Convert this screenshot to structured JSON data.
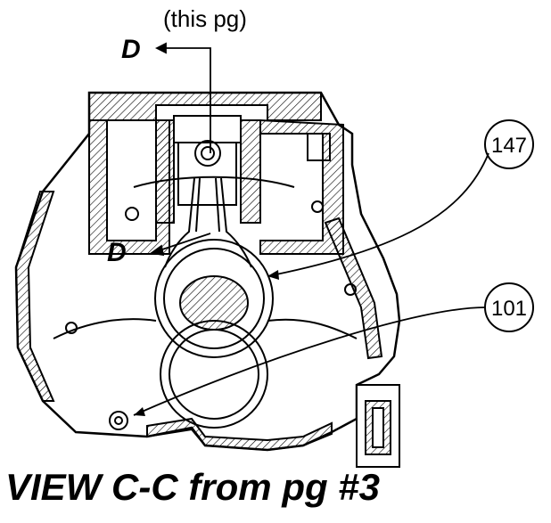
{
  "section_note": "(this pg)",
  "section_label_top": "D",
  "section_label_mid": "D",
  "callouts": [
    {
      "id": "147"
    },
    {
      "id": "101"
    }
  ],
  "caption": "VIEW C-C from pg #3",
  "colors": {
    "ink": "#000000",
    "paper": "#ffffff"
  }
}
